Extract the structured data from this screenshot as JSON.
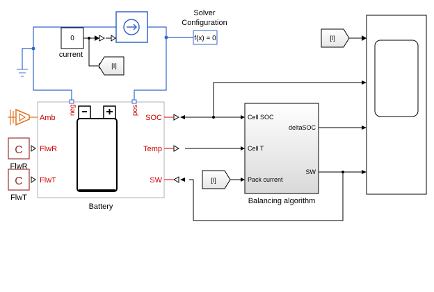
{
  "blocks": {
    "constant": {
      "value": "0",
      "name": "current"
    },
    "goto_top": {
      "tag": "[I]"
    },
    "from_scope": {
      "tag": "[I]"
    },
    "from_balancer": {
      "tag": "[I]"
    },
    "solver": {
      "equation": "f(x) = 0",
      "name_line1": "Solver",
      "name_line2": "Configuration"
    },
    "battery": {
      "name": "Battery",
      "ports": {
        "amb": "Amb",
        "flwr": "FlwR",
        "flwt": "FlwT",
        "soc": "SOC",
        "temp": "Temp",
        "sw": "SW",
        "neg": "neg",
        "pos": "pos"
      }
    },
    "flwr_block": {
      "symbol": "C",
      "name": "FlwR"
    },
    "flwt_block": {
      "symbol": "C",
      "name": "FlwT"
    },
    "balancer": {
      "name": "Balancing algorithm",
      "ports": {
        "cell_soc": "Cell SOC",
        "cell_t": "Cell T",
        "pack_current": "Pack current",
        "delta_soc": "deltaSOC",
        "sw": "SW"
      }
    }
  },
  "colors": {
    "signal": "#000000",
    "physical": "#3366cc",
    "physical_port": "#cc0000",
    "thermal": "#e07020",
    "block_border": "#b0b0b0",
    "control_port": "#993333",
    "ground": "#6688cc"
  }
}
